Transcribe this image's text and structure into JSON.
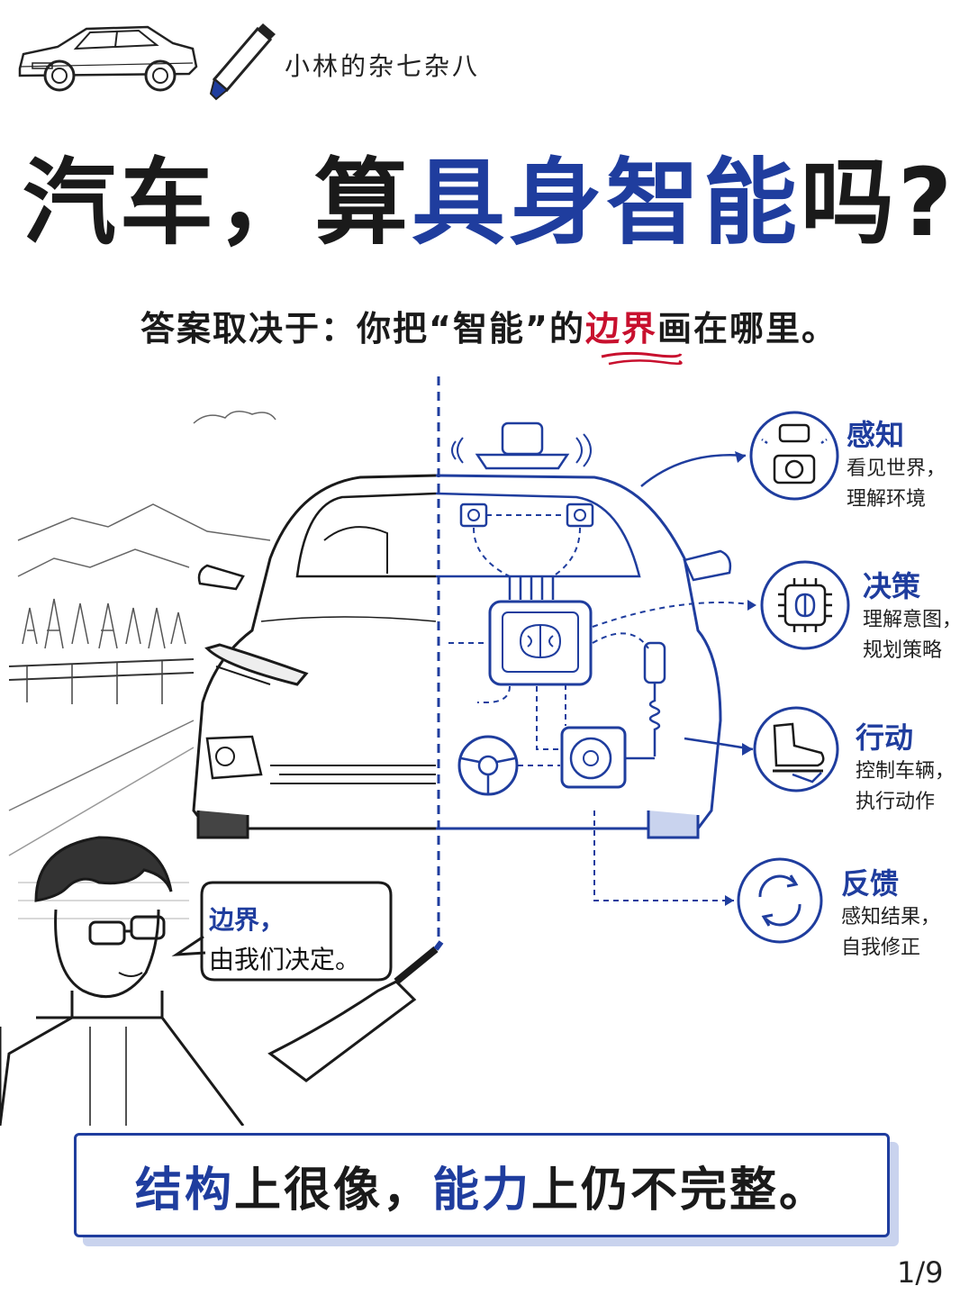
{
  "brand": {
    "name": "小林的杂七杂八"
  },
  "title": {
    "prefix": "汽车，算",
    "highlight": "具身智能",
    "suffix": "吗?"
  },
  "subtitle": {
    "prefix": "答案取决于：你把“智能”的",
    "highlight": "边界",
    "suffix": "画在哪里。"
  },
  "features": [
    {
      "title": "感知",
      "desc": [
        "看见世界，",
        "理解环境"
      ],
      "icon": "camera-lidar-icon"
    },
    {
      "title": "决策",
      "desc": [
        "理解意图，",
        "规划策略"
      ],
      "icon": "brain-chip-icon"
    },
    {
      "title": "行动",
      "desc": [
        "控制车辆，",
        "执行动作"
      ],
      "icon": "foot-pedal-icon"
    },
    {
      "title": "反馈",
      "desc": [
        "感知结果，",
        "自我修正"
      ],
      "icon": "cycle-arrows-icon"
    }
  ],
  "speech": {
    "line1": "边界，",
    "line2": "由我们决定。"
  },
  "conclusion": {
    "part1": "结构",
    "part2": "上很像，",
    "part3": "能力",
    "part4": "上仍不完整。"
  },
  "page": {
    "indicator": "1/9"
  },
  "colors": {
    "accent": "#1f3d9e",
    "highlight": "#c8102e",
    "ink": "#1a1a1a"
  }
}
